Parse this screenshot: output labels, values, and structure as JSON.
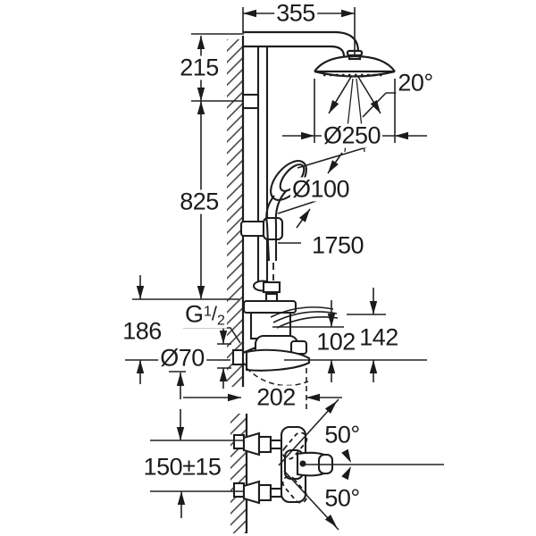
{
  "upper_view": {
    "arm_width": "355",
    "arm_to_holder": "215",
    "holder_to_valve": "825",
    "spray_angle": "20°",
    "head_shower_diameter": "Ø250",
    "hand_shower_diameter": "Ø100",
    "hose_length": "1750",
    "thread_label": {
      "prefix": "G",
      "numerator": "1",
      "separator": "/",
      "denominator": "2"
    },
    "inlet_drop": "186",
    "escutcheon_diameter": "Ø70",
    "spout_clearance_inner": "102",
    "spout_clearance_outer": "142",
    "spout_reach": "202"
  },
  "lower_view": {
    "connection_spacing": "150±15",
    "lever_swing_up": "50°",
    "lever_swing_down": "50°"
  }
}
